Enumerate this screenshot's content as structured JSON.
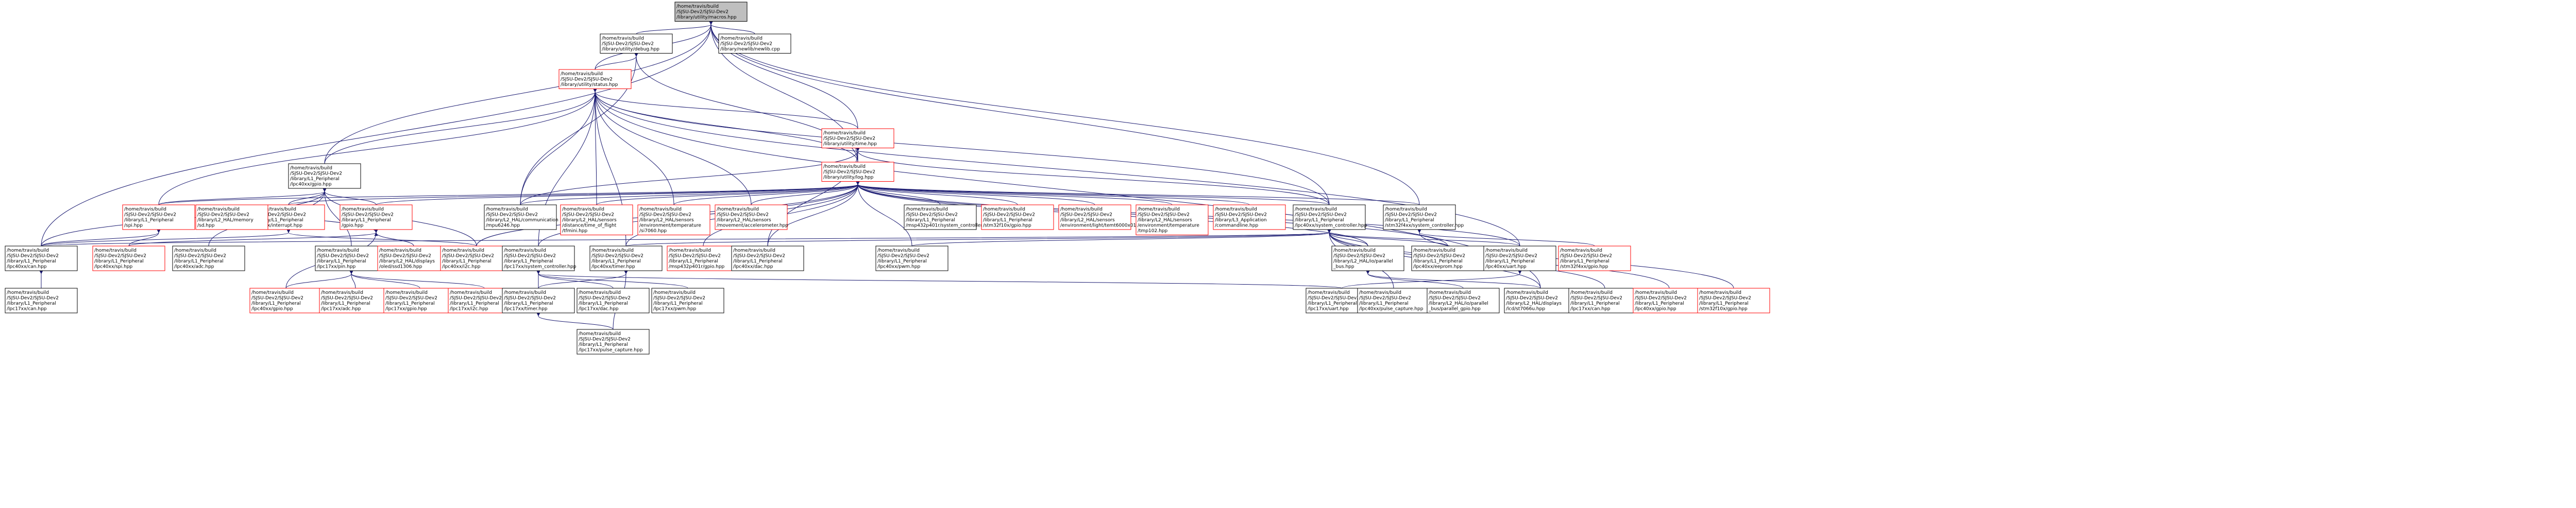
{
  "colors": {
    "edge": "#191970",
    "node_border_default": "#000000",
    "node_border_incomplete": "#ff0000",
    "node_fill": "#ffffff",
    "root_fill": "#bfbfbf"
  },
  "nodes": [
    {
      "id": "macros",
      "lines": [
        "/home/travis/build",
        "/SJSU-Dev2/SJSU-Dev2",
        "/library/utility/macros.hpp"
      ],
      "root": true,
      "red": false
    },
    {
      "id": "debug",
      "lines": [
        "/home/travis/build",
        "/SJSU-Dev2/SJSU-Dev2",
        "/library/utility/debug.hpp"
      ],
      "red": false
    },
    {
      "id": "newlib",
      "lines": [
        "/home/travis/build",
        "/SJSU-Dev2/SJSU-Dev2",
        "/library/newlib/newlib.cpp"
      ],
      "red": false
    },
    {
      "id": "status",
      "lines": [
        "/home/travis/build",
        "/SJSU-Dev2/SJSU-Dev2",
        "/library/utility/status.hpp"
      ],
      "red": true
    },
    {
      "id": "time",
      "lines": [
        "/home/travis/build",
        "/SJSU-Dev2/SJSU-Dev2",
        "/library/utility/time.hpp"
      ],
      "red": true
    },
    {
      "id": "log",
      "lines": [
        "/home/travis/build",
        "/SJSU-Dev2/SJSU-Dev2",
        "/library/utility/log.hpp"
      ],
      "red": true
    },
    {
      "id": "lpc40xx_gpio",
      "lines": [
        "/home/travis/build",
        "/SJSU-Dev2/SJSU-Dev2",
        "/library/L1_Peripheral",
        "/lpc40xx/gpio.hpp"
      ],
      "red": false
    },
    {
      "id": "spi",
      "lines": [
        "/home/travis/build",
        "/SJSU-Dev2/SJSU-Dev2",
        "/library/L1_Peripheral",
        "/spi.hpp"
      ],
      "red": true
    },
    {
      "id": "cortex_interrupt",
      "lines": [
        "/home/travis/build",
        "/SJSU-Dev2/SJSU-Dev2",
        "/library/L1_Peripheral",
        "/cortex/interrupt.hpp"
      ],
      "red": true
    },
    {
      "id": "gpio",
      "lines": [
        "/home/travis/build",
        "/SJSU-Dev2/SJSU-Dev2",
        "/library/L1_Peripheral",
        "/gpio.hpp"
      ],
      "red": true
    },
    {
      "id": "mpu6246",
      "lines": [
        "/home/travis/build",
        "/SJSU-Dev2/SJSU-Dev2",
        "/library/L2_HAL/communication",
        "/mpu6246.hpp"
      ],
      "red": false
    },
    {
      "id": "flight_sensor",
      "lines": [
        "/home/travis/build",
        "/SJSU-Dev2/SJSU-Dev2",
        "/library/L2_HAL/sensors",
        "/distance/time_of_flight",
        "/tfmini.hpp"
      ],
      "red": true
    },
    {
      "id": "si7060",
      "lines": [
        "/home/travis/build",
        "/SJSU-Dev2/SJSU-Dev2",
        "/library/L2_HAL/sensors",
        "/environment/temperature",
        "/si7060.hpp"
      ],
      "red": true
    },
    {
      "id": "accelerometer",
      "lines": [
        "/home/travis/build",
        "/SJSU-Dev2/SJSU-Dev2",
        "/library/L2_HAL/sensors",
        "/movement/accelerometer.hpp"
      ],
      "red": true
    },
    {
      "id": "msp432_syscon",
      "lines": [
        "/home/travis/build",
        "/SJSU-Dev2/SJSU-Dev2",
        "/library/L1_Peripheral",
        "/msp432p401r/system_controller.hpp"
      ],
      "red": false
    },
    {
      "id": "stm32f10x_gpio",
      "lines": [
        "/home/travis/build",
        "/SJSU-Dev2/SJSU-Dev2",
        "/library/L1_Peripheral",
        "/stm32f10x/gpio.hpp"
      ],
      "red": true
    },
    {
      "id": "temt6000",
      "lines": [
        "/home/travis/build",
        "/SJSU-Dev2/SJSU-Dev2",
        "/library/L2_HAL/sensors",
        "/environment/light/temt6000x01.hpp"
      ],
      "red": true
    },
    {
      "id": "tmp102",
      "lines": [
        "/home/travis/build",
        "/SJSU-Dev2/SJSU-Dev2",
        "/library/L2_HAL/sensors",
        "/environment/temperature",
        "/tmp102.hpp"
      ],
      "red": true
    },
    {
      "id": "commandline",
      "lines": [
        "/home/travis/build",
        "/SJSU-Dev2/SJSU-Dev2",
        "/library/L3_Application",
        "/commandline.hpp"
      ],
      "red": true
    },
    {
      "id": "lpc40xx_syscon",
      "lines": [
        "/home/travis/build",
        "/SJSU-Dev2/SJSU-Dev2",
        "/library/L1_Peripheral",
        "/lpc40xx/system_controller.hpp"
      ],
      "red": false
    },
    {
      "id": "stm32f4xx_syscon",
      "lines": [
        "/home/travis/build",
        "/SJSU-Dev2/SJSU-Dev2",
        "/library/L1_Peripheral",
        "/stm32f4xx/system_controller.hpp"
      ],
      "red": false
    },
    {
      "id": "lpc40xx_can",
      "lines": [
        "/home/travis/build",
        "/SJSU-Dev2/SJSU-Dev2",
        "/library/L1_Peripheral",
        "/lpc40xx/can.hpp"
      ],
      "red": false
    },
    {
      "id": "lpc40xx_spi",
      "lines": [
        "/home/travis/build",
        "/SJSU-Dev2/SJSU-Dev2",
        "/library/L1_Peripheral",
        "/lpc40xx/spi.hpp"
      ],
      "red": true
    },
    {
      "id": "lpc40xx_adc",
      "lines": [
        "/home/travis/build",
        "/SJSU-Dev2/SJSU-Dev2",
        "/library/L1_Peripheral",
        "/lpc40xx/adc.hpp"
      ],
      "red": false
    },
    {
      "id": "lpc17xx_pin",
      "lines": [
        "/home/travis/build",
        "/SJSU-Dev2/SJSU-Dev2",
        "/library/L1_Peripheral",
        "/lpc17xx/pin.hpp"
      ],
      "red": false
    },
    {
      "id": "memory_lcd",
      "lines": [
        "/home/travis/build",
        "/SJSU-Dev2/SJSU-Dev2",
        "/library/L2_HAL/memory",
        "/sd.hpp"
      ],
      "red": true
    },
    {
      "id": "ssd1306",
      "lines": [
        "/home/travis/build",
        "/SJSU-Dev2/SJSU-Dev2",
        "/library/L2_HAL/displays",
        "/oled/ssd1306.hpp"
      ],
      "red": true
    },
    {
      "id": "lpc40xx_i2c",
      "lines": [
        "/home/travis/build",
        "/SJSU-Dev2/SJSU-Dev2",
        "/library/L1_Peripheral",
        "/lpc40xx/i2c.hpp"
      ],
      "red": true
    },
    {
      "id": "lpc17xx_syscon",
      "lines": [
        "/home/travis/build",
        "/SJSU-Dev2/SJSU-Dev2",
        "/library/L1_Peripheral",
        "/lpc17xx/system_controller.hpp"
      ],
      "red": false
    },
    {
      "id": "lpc40xx_timer",
      "lines": [
        "/home/travis/build",
        "/SJSU-Dev2/SJSU-Dev2",
        "/library/L1_Peripheral",
        "/lpc40xx/timer.hpp"
      ],
      "red": false
    },
    {
      "id": "msp432_gpio",
      "lines": [
        "/home/travis/build",
        "/SJSU-Dev2/SJSU-Dev2",
        "/library/L1_Peripheral",
        "/msp432p401r/gpio.hpp"
      ],
      "red": true
    },
    {
      "id": "lpc40xx_dac",
      "lines": [
        "/home/travis/build",
        "/SJSU-Dev2/SJSU-Dev2",
        "/library/L1_Peripheral",
        "/lpc40xx/dac.hpp"
      ],
      "red": false
    },
    {
      "id": "lpc40xx_pwm",
      "lines": [
        "/home/travis/build",
        "/SJSU-Dev2/SJSU-Dev2",
        "/library/L1_Peripheral",
        "/lpc40xx/pwm.hpp"
      ],
      "red": false
    },
    {
      "id": "parallel_bus",
      "lines": [
        "/home/travis/build",
        "/SJSU-Dev2/SJSU-Dev2",
        "/library/L2_HAL/io/parallel",
        "_bus.hpp"
      ],
      "red": false
    },
    {
      "id": "lpc40xx_eeprom",
      "lines": [
        "/home/travis/build",
        "/SJSU-Dev2/SJSU-Dev2",
        "/library/L1_Peripheral",
        "/lpc40xx/eeprom.hpp"
      ],
      "red": false
    },
    {
      "id": "lpc40xx_uart",
      "lines": [
        "/home/travis/build",
        "/SJSU-Dev2/SJSU-Dev2",
        "/library/L1_Peripheral",
        "/lpc40xx/uart.hpp"
      ],
      "red": false
    },
    {
      "id": "stm32f4xx_gpio",
      "lines": [
        "/home/travis/build",
        "/SJSU-Dev2/SJSU-Dev2",
        "/library/L1_Peripheral",
        "/stm32f4xx/gpio.hpp"
      ],
      "red": true
    },
    {
      "id": "lpc17xx_can",
      "lines": [
        "/home/travis/build",
        "/SJSU-Dev2/SJSU-Dev2",
        "/library/L1_Peripheral",
        "/lpc17xx/can.hpp"
      ],
      "red": false
    },
    {
      "id": "lpc40xx_gpio2",
      "lines": [
        "/home/travis/build",
        "/SJSU-Dev2/SJSU-Dev2",
        "/library/L1_Peripheral",
        "/lpc40xx/gpio.hpp"
      ],
      "red": true
    },
    {
      "id": "lpc17xx_adc",
      "lines": [
        "/home/travis/build",
        "/SJSU-Dev2/SJSU-Dev2",
        "/library/L1_Peripheral",
        "/lpc17xx/adc.hpp"
      ],
      "red": true
    },
    {
      "id": "lpc17xx_gpio",
      "lines": [
        "/home/travis/build",
        "/SJSU-Dev2/SJSU-Dev2",
        "/library/L1_Peripheral",
        "/lpc17xx/gpio.hpp"
      ],
      "red": true
    },
    {
      "id": "lpc17xx_i2c",
      "lines": [
        "/home/travis/build",
        "/SJSU-Dev2/SJSU-Dev2",
        "/library/L1_Peripheral",
        "/lpc17xx/i2c.hpp"
      ],
      "red": true
    },
    {
      "id": "lpc17xx_timer",
      "lines": [
        "/home/travis/build",
        "/SJSU-Dev2/SJSU-Dev2",
        "/library/L1_Peripheral",
        "/lpc17xx/timer.hpp"
      ],
      "red": false
    },
    {
      "id": "lpc17xx_dac",
      "lines": [
        "/home/travis/build",
        "/SJSU-Dev2/SJSU-Dev2",
        "/library/L1_Peripheral",
        "/lpc17xx/dac.hpp"
      ],
      "red": false
    },
    {
      "id": "lpc17xx_pwm",
      "lines": [
        "/home/travis/build",
        "/SJSU-Dev2/SJSU-Dev2",
        "/library/L1_Peripheral",
        "/lpc17xx/pwm.hpp"
      ],
      "red": false
    },
    {
      "id": "lpc17xx_uart",
      "lines": [
        "/home/travis/build",
        "/SJSU-Dev2/SJSU-Dev2",
        "/library/L1_Peripheral",
        "/lpc17xx/uart.hpp"
      ],
      "red": false
    },
    {
      "id": "pulse_capture40",
      "lines": [
        "/home/travis/build",
        "/SJSU-Dev2/SJSU-Dev2",
        "/library/L1_Peripheral",
        "/lpc40xx/pulse_capture.hpp"
      ],
      "red": false
    },
    {
      "id": "parallel_gpio",
      "lines": [
        "/home/travis/build",
        "/SJSU-Dev2/SJSU-Dev2",
        "/library/L2_HAL/io/parallel",
        "_bus/parallel_gpio.hpp"
      ],
      "red": false
    },
    {
      "id": "st7066u",
      "lines": [
        "/home/travis/build",
        "/SJSU-Dev2/SJSU-Dev2",
        "/library/L2_HAL/displays",
        "/lcd/st7066u.hpp"
      ],
      "red": false
    },
    {
      "id": "lpc17xx_can_leaf",
      "lines": [
        "/home/travis/build",
        "/SJSU-Dev2/SJSU-Dev2",
        "/library/L1_Peripheral",
        "/lpc17xx/can.hpp"
      ],
      "red": false
    },
    {
      "id": "pulse_capture17",
      "lines": [
        "/home/travis/build",
        "/SJSU-Dev2/SJSU-Dev2",
        "/library/L1_Peripheral",
        "/lpc17xx/pulse_capture.hpp"
      ],
      "red": false
    },
    {
      "id": "lpc40xx_gpio_leaf",
      "lines": [
        "/home/travis/build",
        "/SJSU-Dev2/SJSU-Dev2",
        "/library/L1_Peripheral",
        "/lpc40xx/gpio.hpp"
      ],
      "red": true
    },
    {
      "id": "stm32f10x_gpio2",
      "lines": [
        "/home/travis/build",
        "/SJSU-Dev2/SJSU-Dev2",
        "/library/L1_Peripheral",
        "/stm32f10x/gpio.hpp"
      ],
      "red": true
    }
  ]
}
